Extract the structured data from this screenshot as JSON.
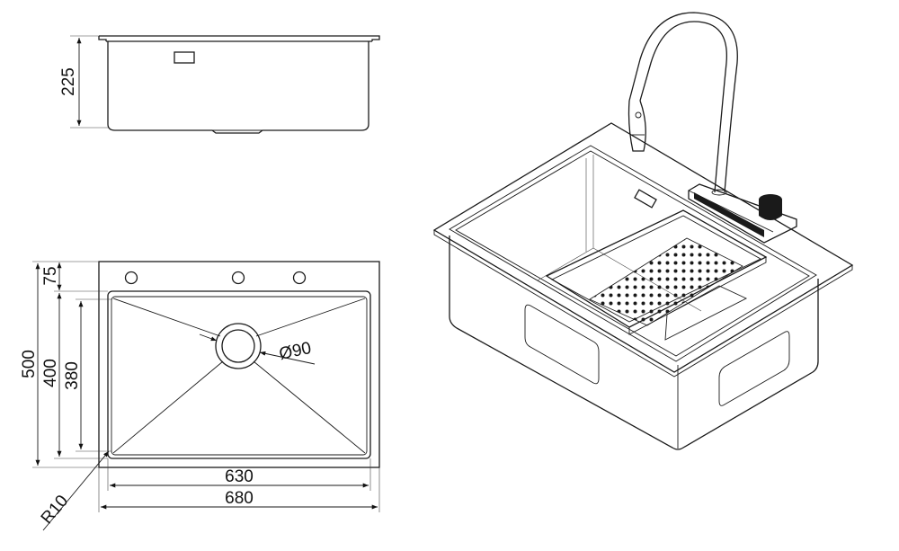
{
  "dimensions": {
    "depth": "225",
    "front_offset": "75",
    "overall_depth": "500",
    "bowl_depth_outer": "400",
    "bowl_depth_inner": "380",
    "bowl_width": "630",
    "overall_width": "680",
    "drain_diameter": "Ø90",
    "corner_radius": "R10"
  },
  "views": [
    "side-elevation",
    "top-plan",
    "isometric-render"
  ]
}
